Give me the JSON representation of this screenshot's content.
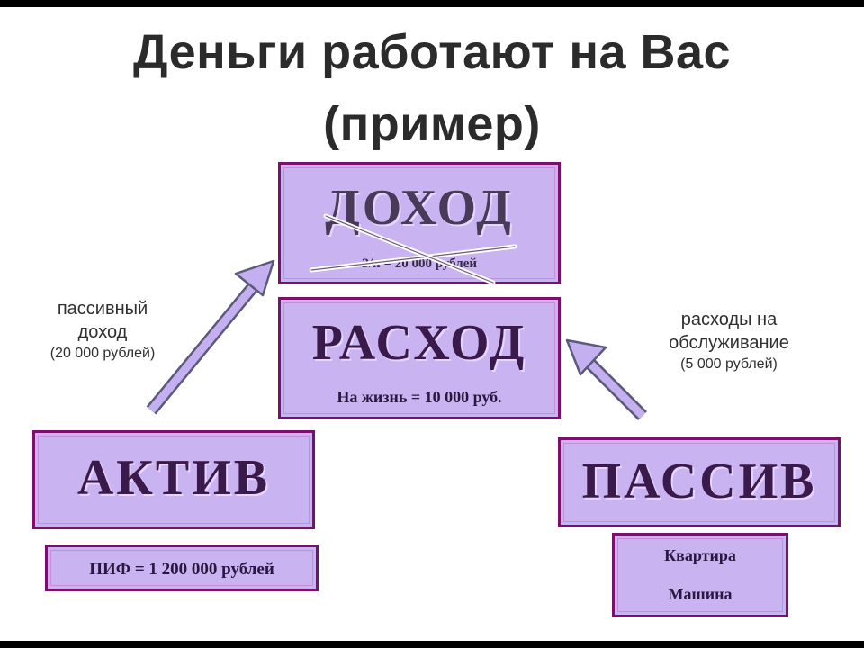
{
  "title": {
    "line1": "Деньги работают на Вас",
    "line2": "(пример)"
  },
  "income": {
    "title": "ДОХОД",
    "detail": "З/п = 20 000 рублей",
    "crossed_out": true
  },
  "expense": {
    "title": "РАСХОД",
    "detail": "На жизнь = 10 000 руб."
  },
  "asset": {
    "title": "АКТИВ",
    "detail": "ПИФ = 1 200 000 рублей"
  },
  "liability": {
    "title": "ПАССИВ",
    "items": [
      "Квартира",
      "Машина"
    ]
  },
  "passive_income": {
    "label_line1": "пассивный",
    "label_line2": "доход",
    "amount": "(20 000 рублей)"
  },
  "maintenance": {
    "label_line1": "расходы на",
    "label_line2": "обслуживание",
    "amount": "(5 000 рублей)"
  },
  "colors": {
    "box_fill": "#c9b3f0",
    "box_border": "#7a0f6e",
    "arrow": "#b8a0e8"
  }
}
